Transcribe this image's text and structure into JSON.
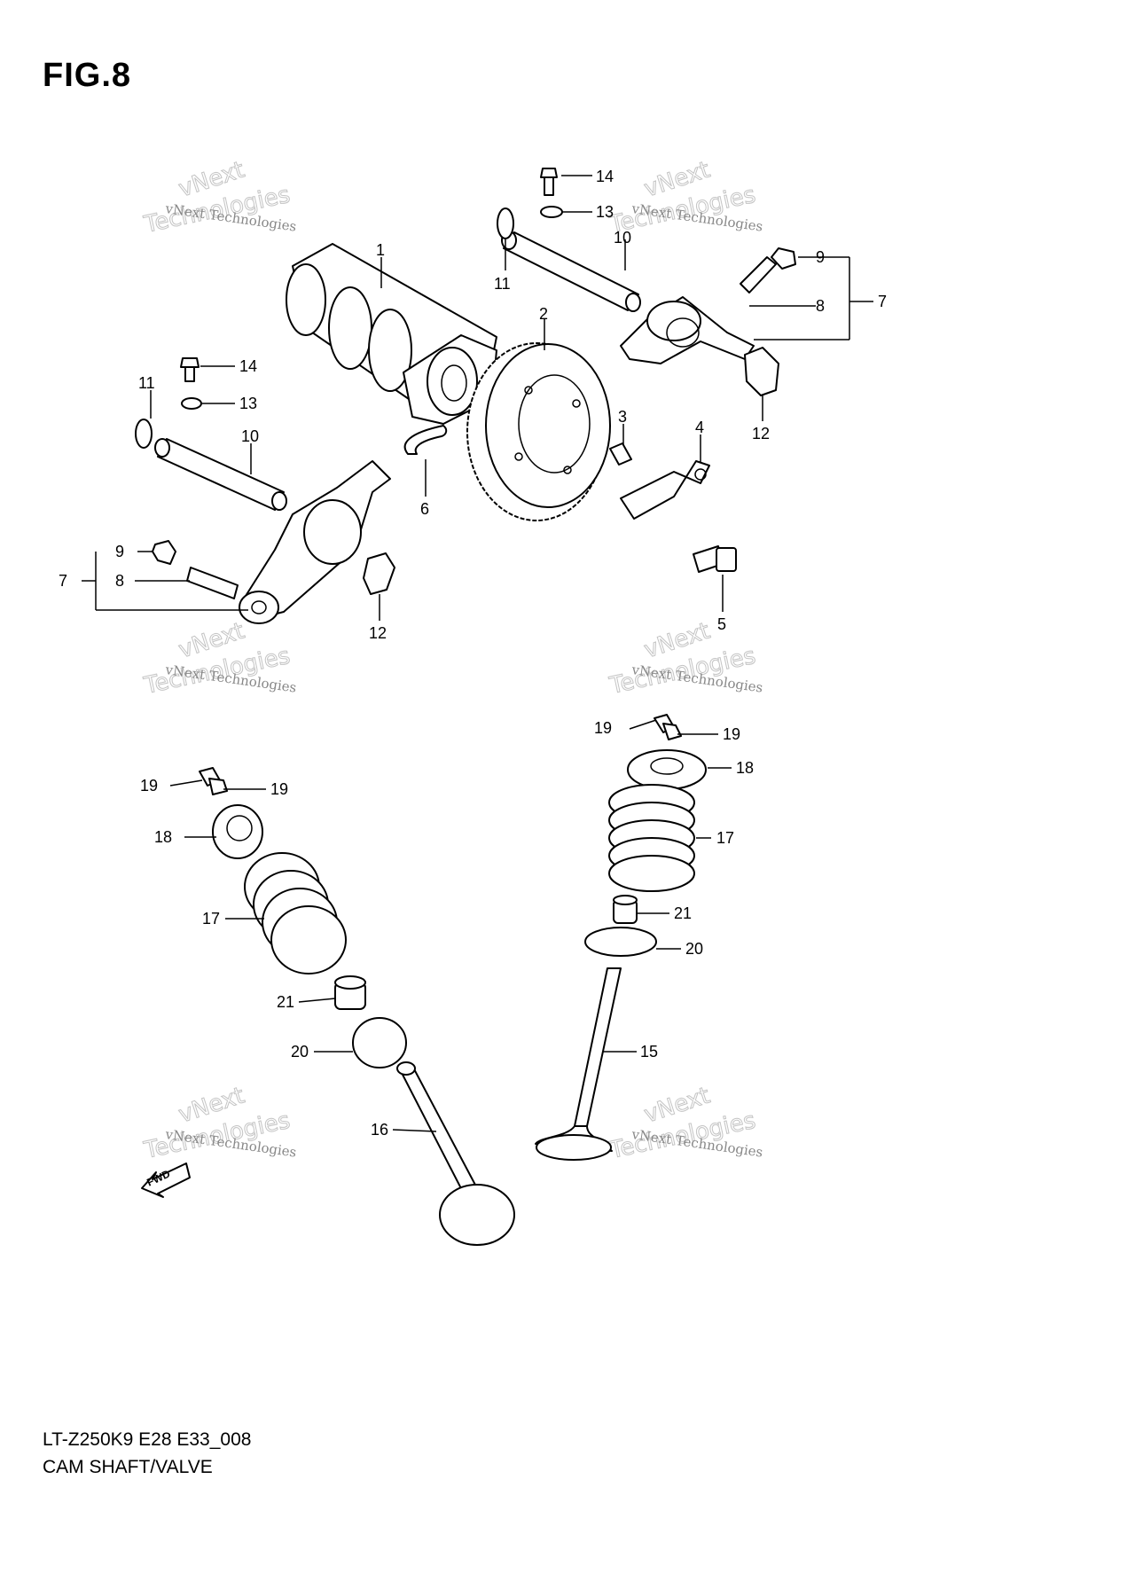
{
  "figure": {
    "title": "FIG.8",
    "model_code": "LT-Z250K9 E28 E33_008",
    "section_name": "CAM SHAFT/VALVE"
  },
  "watermark": {
    "line1": "vNext Technologies",
    "line2": "vNext",
    "line3": "Technologies"
  },
  "callouts": {
    "c1": "1",
    "c2": "2",
    "c3": "3",
    "c4": "4",
    "c5": "5",
    "c6": "6",
    "c7a": "7",
    "c7b": "7",
    "c8a": "8",
    "c8b": "8",
    "c9a": "9",
    "c9b": "9",
    "c10a": "10",
    "c10b": "10",
    "c11a": "11",
    "c11b": "11",
    "c12a": "12",
    "c12b": "12",
    "c13a": "13",
    "c13b": "13",
    "c14a": "14",
    "c14b": "14",
    "c15": "15",
    "c16": "16",
    "c17a": "17",
    "c17b": "17",
    "c18a": "18",
    "c18b": "18",
    "c19a": "19",
    "c19b": "19",
    "c19c": "19",
    "c19d": "19",
    "c20a": "20",
    "c20b": "20",
    "c21a": "21",
    "c21b": "21"
  },
  "fwd_label": "FWD"
}
